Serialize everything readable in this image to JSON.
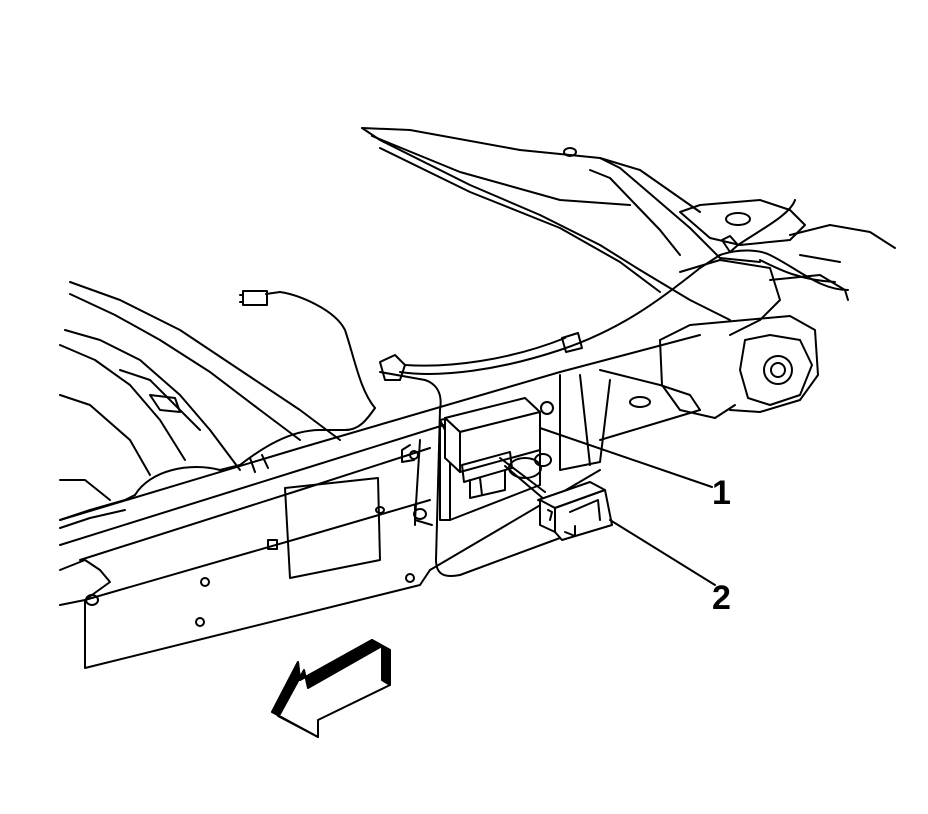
{
  "diagram": {
    "callouts": [
      {
        "id": "1",
        "label": "1"
      },
      {
        "id": "2",
        "label": "2"
      }
    ],
    "line_color": "#000000",
    "background_color": "#ffffff",
    "arrow_fill": "#000000"
  }
}
